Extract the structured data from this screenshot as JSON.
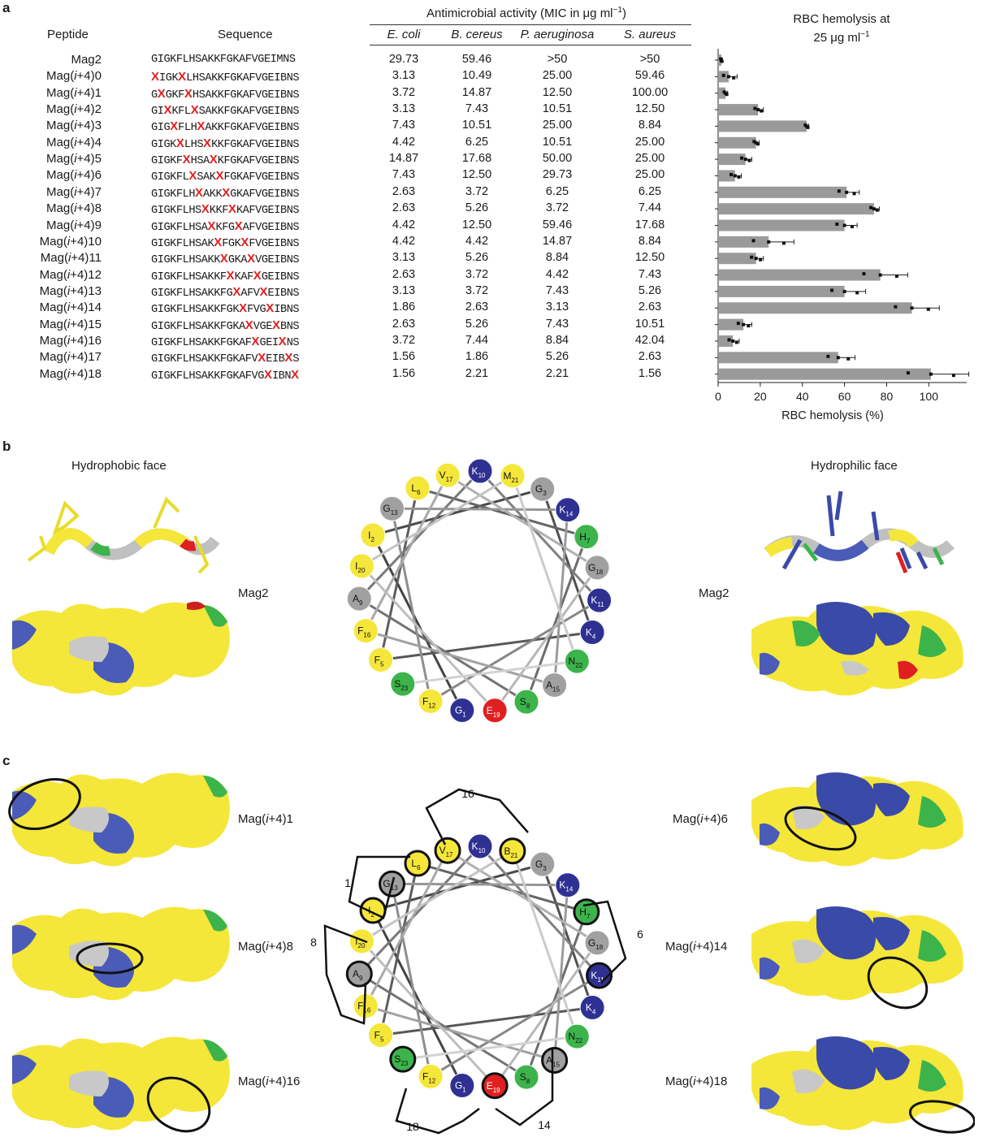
{
  "panel_labels": {
    "a": "a",
    "b": "b",
    "c": "c"
  },
  "table": {
    "peptide_header": "Peptide",
    "sequence_header": "Sequence",
    "activity_header": "Antimicrobial activity (MIC in μg ml",
    "activity_header_sup": "−1",
    "activity_header_close": ")",
    "organisms": [
      "E. coli",
      "B. cereus",
      "P. aeruginosa",
      "S. aureus"
    ],
    "rows": [
      {
        "name": "Mag2",
        "seq": "GIGKFLHSAKKFGKAFVGEIMNS",
        "vals": [
          "29.73",
          "59.46",
          ">50",
          ">50"
        ]
      },
      {
        "name": "Mag(i+4)0",
        "seq": "XIGKXLHSAKKFGKAFVGEIBNS",
        "vals": [
          "3.13",
          "10.49",
          "25.00",
          "59.46"
        ]
      },
      {
        "name": "Mag(i+4)1",
        "seq": "GXGKFXHSAKKFGKAFVGEIBNS",
        "vals": [
          "3.72",
          "14.87",
          "12.50",
          "100.00"
        ]
      },
      {
        "name": "Mag(i+4)2",
        "seq": "GIXKFLXSAKKFGKAFVGEIBNS",
        "vals": [
          "3.13",
          "7.43",
          "10.51",
          "12.50"
        ]
      },
      {
        "name": "Mag(i+4)3",
        "seq": "GIGXFLHXAKKFGKAFVGEIBNS",
        "vals": [
          "7.43",
          "10.51",
          "25.00",
          "8.84"
        ]
      },
      {
        "name": "Mag(i+4)4",
        "seq": "GIGKXLHSXKKFGKAFVGEIBNS",
        "vals": [
          "4.42",
          "6.25",
          "10.51",
          "25.00"
        ]
      },
      {
        "name": "Mag(i+4)5",
        "seq": "GIGKFXHSAXKFGKAFVGEIBNS",
        "vals": [
          "14.87",
          "17.68",
          "50.00",
          "25.00"
        ]
      },
      {
        "name": "Mag(i+4)6",
        "seq": "GIGKFLXSAKXFGKAFVGEIBNS",
        "vals": [
          "7.43",
          "12.50",
          "29.73",
          "25.00"
        ]
      },
      {
        "name": "Mag(i+4)7",
        "seq": "GIGKFLHXAKKXGKAFVGEIBNS",
        "vals": [
          "2.63",
          "3.72",
          "6.25",
          "6.25"
        ]
      },
      {
        "name": "Mag(i+4)8",
        "seq": "GIGKFLHSXKKFXKAFVGEIBNS",
        "vals": [
          "2.63",
          "5.26",
          "3.72",
          "7.44"
        ]
      },
      {
        "name": "Mag(i+4)9",
        "seq": "GIGKFLHSAXKFGXAFVGEIBNS",
        "vals": [
          "4.42",
          "12.50",
          "59.46",
          "17.68"
        ]
      },
      {
        "name": "Mag(i+4)10",
        "seq": "GIGKFLHSAKXFGKXFVGEIBNS",
        "vals": [
          "4.42",
          "4.42",
          "14.87",
          "8.84"
        ]
      },
      {
        "name": "Mag(i+4)11",
        "seq": "GIGKFLHSAKKXGKAXVGEIBNS",
        "vals": [
          "3.13",
          "5.26",
          "8.84",
          "12.50"
        ]
      },
      {
        "name": "Mag(i+4)12",
        "seq": "GIGKFLHSAKKFXKAFXGEIBNS",
        "vals": [
          "2.63",
          "3.72",
          "4.42",
          "7.43"
        ]
      },
      {
        "name": "Mag(i+4)13",
        "seq": "GIGKFLHSAKKFGXAFVXEIBNS",
        "vals": [
          "3.13",
          "3.72",
          "7.43",
          "5.26"
        ]
      },
      {
        "name": "Mag(i+4)14",
        "seq": "GIGKFLHSAKKFGKXFVGXIBNS",
        "vals": [
          "1.86",
          "2.63",
          "3.13",
          "2.63"
        ]
      },
      {
        "name": "Mag(i+4)15",
        "seq": "GIGKFLHSAKKFGKAXVGEXBNS",
        "vals": [
          "2.63",
          "5.26",
          "7.43",
          "10.51"
        ]
      },
      {
        "name": "Mag(i+4)16",
        "seq": "GIGKFLHSAKKFGKAFXGEIXNS",
        "vals": [
          "3.72",
          "7.44",
          "8.84",
          "42.04"
        ]
      },
      {
        "name": "Mag(i+4)17",
        "seq": "GIGKFLHSAKKFGKAFVXEIBXS",
        "vals": [
          "1.56",
          "1.86",
          "5.26",
          "2.63"
        ]
      },
      {
        "name": "Mag(i+4)18",
        "seq": "GIGKFLHSAKKFGKAFVGXIBNX",
        "vals": [
          "1.56",
          "2.21",
          "2.21",
          "1.56"
        ]
      }
    ]
  },
  "chart_data": {
    "type": "bar",
    "orientation": "horizontal",
    "title": "RBC hemolysis at 25 μg ml−1",
    "xlabel": "RBC hemolysis (%)",
    "xlim": [
      0,
      118
    ],
    "xticks": [
      0,
      20,
      40,
      60,
      80,
      100
    ],
    "categories": [
      "Mag2",
      "Mag(i+4)0",
      "Mag(i+4)1",
      "Mag(i+4)2",
      "Mag(i+4)3",
      "Mag(i+4)4",
      "Mag(i+4)5",
      "Mag(i+4)6",
      "Mag(i+4)7",
      "Mag(i+4)8",
      "Mag(i+4)9",
      "Mag(i+4)10",
      "Mag(i+4)11",
      "Mag(i+4)12",
      "Mag(i+4)13",
      "Mag(i+4)14",
      "Mag(i+4)15",
      "Mag(i+4)16",
      "Mag(i+4)17",
      "Mag(i+4)18"
    ],
    "values": [
      1.5,
      5,
      3.5,
      19,
      42,
      18,
      13,
      8,
      61,
      74,
      60,
      24,
      18,
      77,
      60,
      92,
      12,
      7,
      57,
      101
    ],
    "error": [
      0.5,
      4,
      1,
      2.5,
      1,
      1.5,
      3,
      3,
      6,
      2.5,
      6,
      12,
      3.5,
      13,
      10,
      13,
      4,
      3,
      8,
      18
    ],
    "bar_color": "#9a9a9a",
    "grid": false,
    "legend": "none"
  },
  "panel_b": {
    "left_title": "Hydrophobic face",
    "right_title": "Hydrophilic face",
    "left_label": "Mag2",
    "right_label": "Mag2"
  },
  "panel_c": {
    "left_labels": [
      "Mag(i+4)1",
      "Mag(i+4)8",
      "Mag(i+4)16"
    ],
    "right_labels": [
      "Mag(i+4)6",
      "Mag(i+4)14",
      "Mag(i+4)18"
    ],
    "bridge_labels": [
      "16",
      "1",
      "8",
      "6",
      "18",
      "14"
    ]
  },
  "wheel": {
    "residues": [
      {
        "aa": "M",
        "num": "21",
        "color": "#f5e63a"
      },
      {
        "aa": "G",
        "num": "3",
        "color": "#a0a0a0"
      },
      {
        "aa": "K",
        "num": "14",
        "color": "#2e3192"
      },
      {
        "aa": "H",
        "num": "7",
        "color": "#3cb44b"
      },
      {
        "aa": "G",
        "num": "18",
        "color": "#a0a0a0"
      },
      {
        "aa": "K",
        "num": "11",
        "color": "#2e3192"
      },
      {
        "aa": "K",
        "num": "4",
        "color": "#2e3192"
      },
      {
        "aa": "N",
        "num": "22",
        "color": "#3cb44b"
      },
      {
        "aa": "A",
        "num": "15",
        "color": "#a0a0a0"
      },
      {
        "aa": "S",
        "num": "8",
        "color": "#3cb44b"
      },
      {
        "aa": "E",
        "num": "19",
        "color": "#e02020"
      },
      {
        "aa": "G",
        "num": "1",
        "color": "#2e3192"
      },
      {
        "aa": "F",
        "num": "12",
        "color": "#f5e63a"
      },
      {
        "aa": "S",
        "num": "23",
        "color": "#3cb44b"
      },
      {
        "aa": "F",
        "num": "5",
        "color": "#f5e63a"
      },
      {
        "aa": "F",
        "num": "16",
        "color": "#f5e63a"
      },
      {
        "aa": "A",
        "num": "9",
        "color": "#a0a0a0"
      },
      {
        "aa": "I",
        "num": "20",
        "color": "#f5e63a"
      },
      {
        "aa": "I",
        "num": "2",
        "color": "#f5e63a"
      },
      {
        "aa": "G",
        "num": "13",
        "color": "#a0a0a0"
      },
      {
        "aa": "L",
        "num": "6",
        "color": "#f5e63a"
      },
      {
        "aa": "V",
        "num": "17",
        "color": "#f5e63a"
      },
      {
        "aa": "K",
        "num": "10",
        "color": "#2e3192"
      }
    ],
    "wheel_c_first": {
      "aa": "B",
      "num": "21"
    }
  },
  "colors": {
    "mutation": "#e02020",
    "hydrophobic": "#f5e63a",
    "cationic": "#2e3192",
    "polar": "#3cb44b",
    "glycine_alanine": "#a0a0a0",
    "acidic": "#e02020"
  }
}
